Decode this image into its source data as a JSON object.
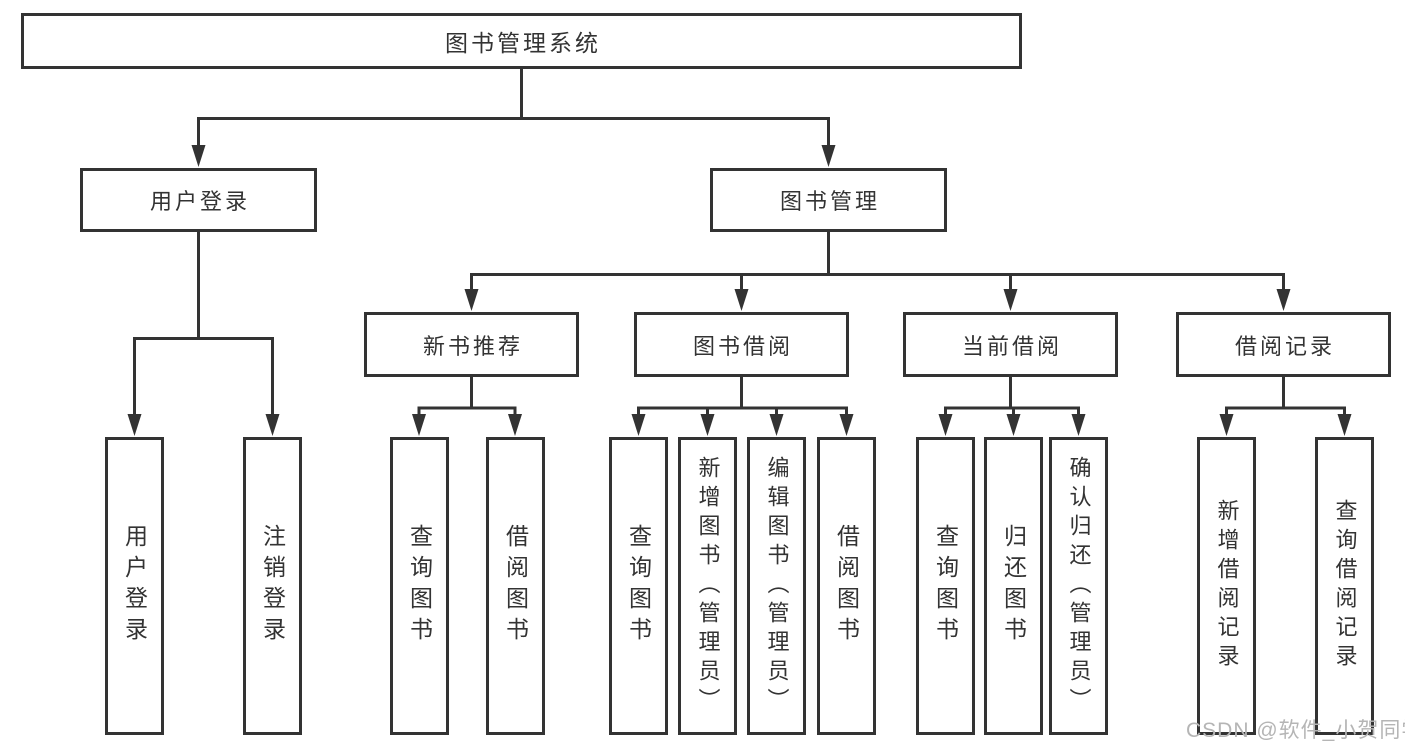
{
  "diagram": {
    "type": "hierarchy-tree",
    "root": {
      "label": "图书管理系统"
    },
    "branches": [
      {
        "label": "用户登录",
        "children": [
          {
            "label": "用户登录"
          },
          {
            "label": "注销登录"
          }
        ]
      },
      {
        "label": "图书管理",
        "children": [
          {
            "label": "新书推荐",
            "children": [
              {
                "label": "查询图书"
              },
              {
                "label": "借阅图书"
              }
            ]
          },
          {
            "label": "图书借阅",
            "children": [
              {
                "label": "查询图书"
              },
              {
                "label": "新增图书（管理员）"
              },
              {
                "label": "编辑图书（管理员）"
              },
              {
                "label": "借阅图书"
              }
            ]
          },
          {
            "label": "当前借阅",
            "children": [
              {
                "label": "查询图书"
              },
              {
                "label": "归还图书"
              },
              {
                "label": "确认归还（管理员）"
              }
            ]
          },
          {
            "label": "借阅记录",
            "children": [
              {
                "label": "新增借阅记录"
              },
              {
                "label": "查询借阅记录"
              }
            ]
          }
        ]
      }
    ]
  },
  "watermark": "CSDN @软件_小贺同学",
  "colors": {
    "line": "#333333",
    "text": "#333333",
    "box_bg": "#ffffff",
    "background": "#ffffff",
    "watermark": "#b5b5b5"
  }
}
